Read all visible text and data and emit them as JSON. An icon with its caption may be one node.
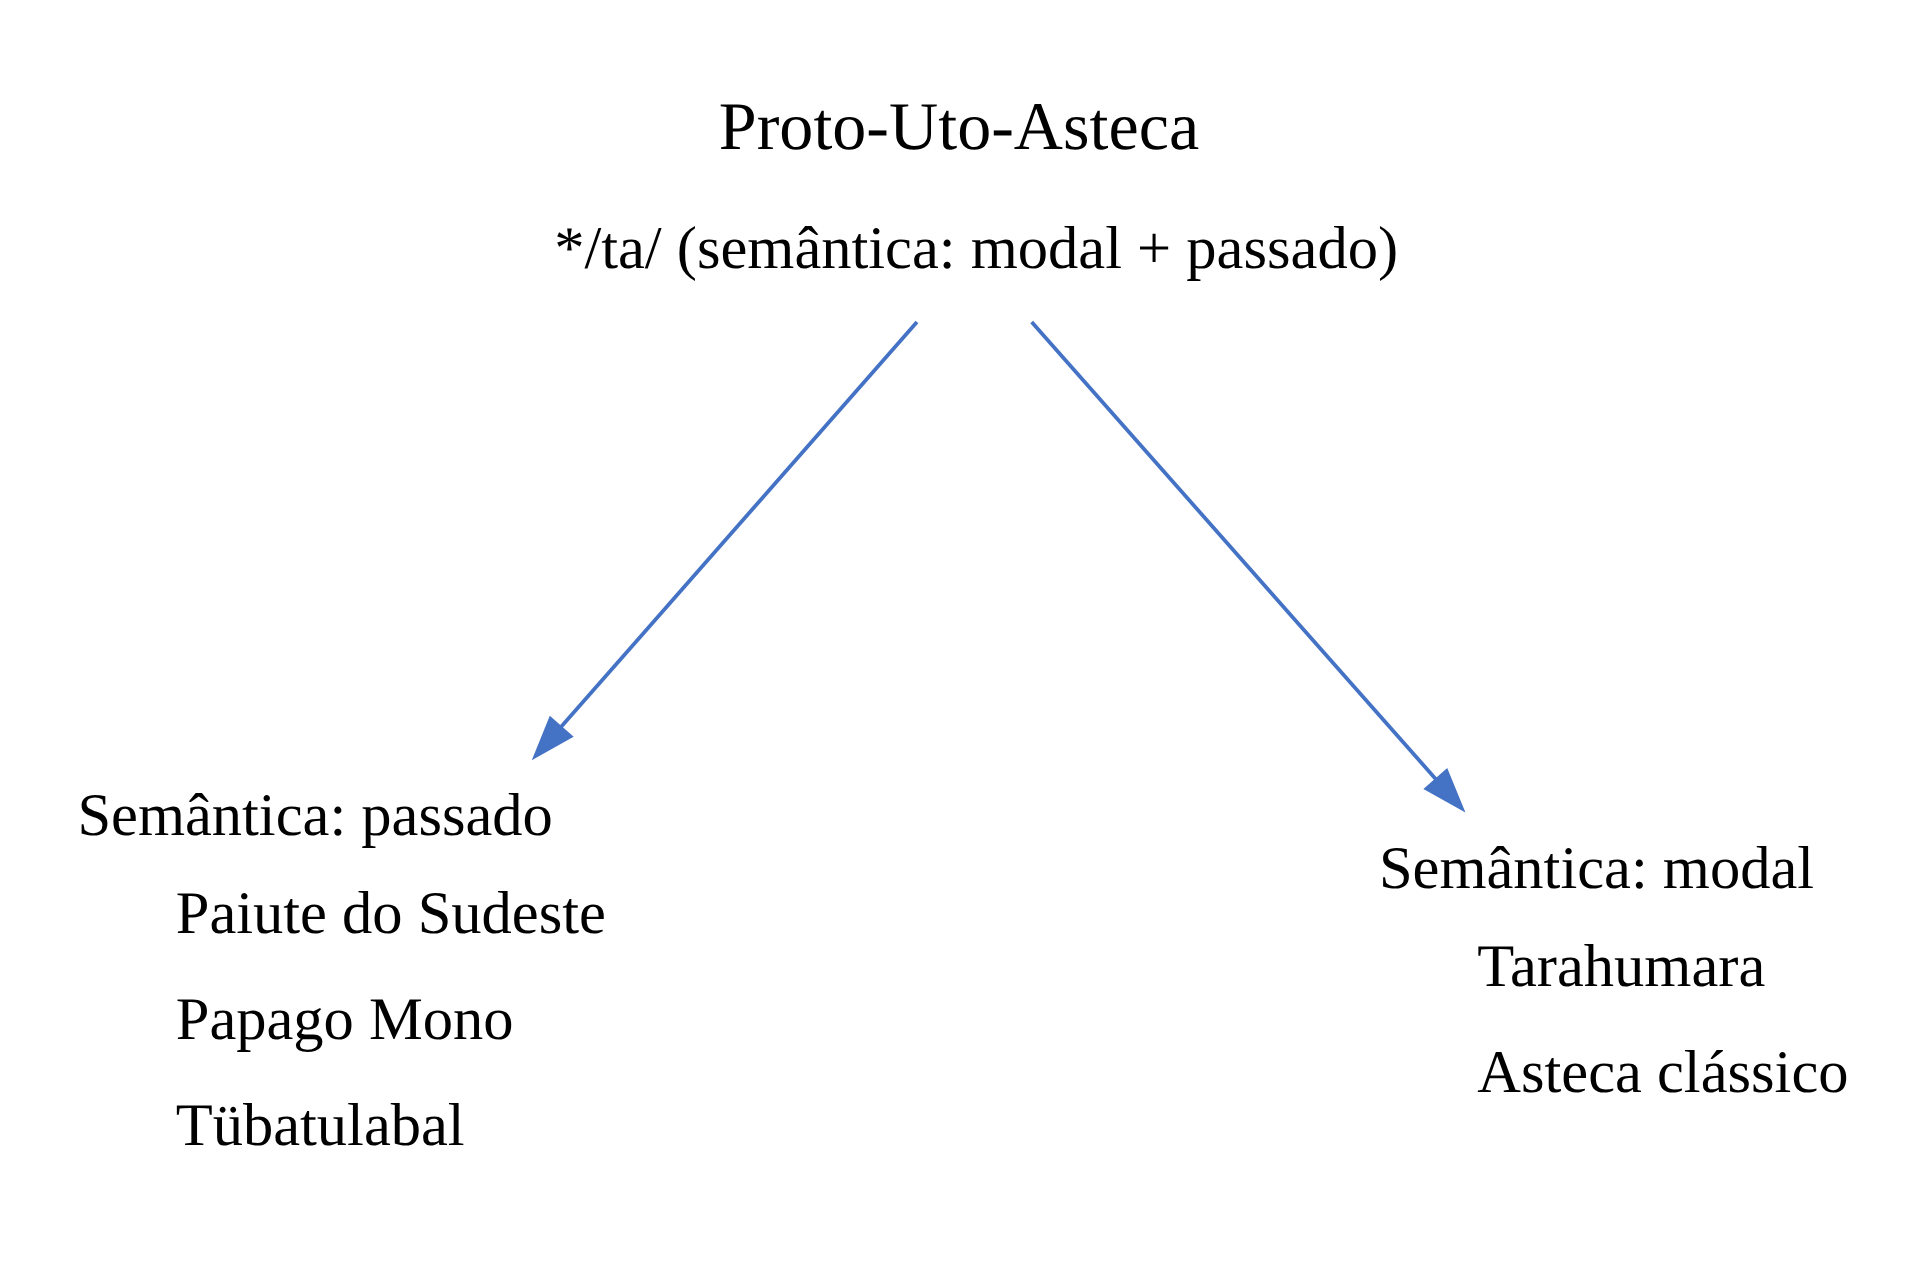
{
  "diagram": {
    "title": "Proto-Uto-Asteca",
    "nodes": [
      {
        "text": [
          "*/ta/ (semântica: modal + passado)"
        ]
      },
      {
        "text": [
          "Semântica: passado",
          "Paiute do Sudeste",
          "Papago Mono",
          "Tübatulabal"
        ]
      },
      {
        "text": [
          "Semântica: modal",
          "Tarahumara",
          "Asteca clássico"
        ]
      }
    ],
    "edges": [
      {
        "from": 0,
        "to": 1,
        "arrow": "to",
        "color": "#4472c4"
      },
      {
        "from": 0,
        "to": 2,
        "arrow": "to",
        "color": "#4472c4"
      }
    ]
  }
}
